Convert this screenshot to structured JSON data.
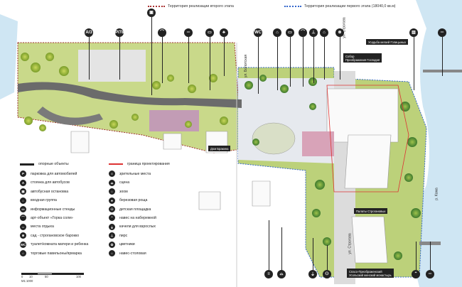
{
  "phases": {
    "second": "Территория реализации второго этапа",
    "first": "Территория реализации первого этапа (18040,0 кв.м)"
  },
  "streets": {
    "bolotskaya": "ул. Болотская",
    "stroganova": "ул. Строгова",
    "kama": "р. Кама"
  },
  "labels": {
    "usadba": "Усадьба князей Голицыных",
    "sobor": "Собор\nПреображения Господня",
    "dom_brakina": "Дом Бракина",
    "palaty": "Палаты Строгановых",
    "monastery": "Спасо-Преображенский\nУсольский женский монастырь"
  },
  "legend_left": [
    {
      "icon": "line-icon",
      "glyph": "",
      "text": "опорные объекты"
    },
    {
      "icon": "parking-icon",
      "glyph": "P",
      "text": "парковка для автомобилей"
    },
    {
      "icon": "bus-parking-icon",
      "glyph": "A",
      "text": "стоянка для автобусов"
    },
    {
      "icon": "bus-stop-icon",
      "glyph": "▣",
      "text": "автобусная остановка"
    },
    {
      "icon": "entrance-icon",
      "glyph": "⌂",
      "text": "входная группа"
    },
    {
      "icon": "info-stand-icon",
      "glyph": "▭",
      "text": "информационные стенды"
    },
    {
      "icon": "art-object-icon",
      "glyph": "⌒",
      "text": "арт-объект «Горка соли»"
    },
    {
      "icon": "rest-area-icon",
      "glyph": "═",
      "text": "места отдыха"
    },
    {
      "icon": "baroque-garden-icon",
      "glyph": "⊗",
      "text": "сад - строгановское барокко"
    },
    {
      "icon": "wc-icon",
      "glyph": "WC",
      "text": "туалет/комната матери и ребенка"
    },
    {
      "icon": "pavilion-icon",
      "glyph": "⌂",
      "text": "торговые павильоны/ярмарка"
    }
  ],
  "legend_right": [
    {
      "icon": "boundary-line-icon",
      "glyph": "",
      "text": "граница проектирования"
    },
    {
      "icon": "seating-icon",
      "glyph": "≡",
      "text": "зрительные места"
    },
    {
      "icon": "stage-icon",
      "glyph": "⌓",
      "text": "сцена"
    },
    {
      "icon": "gazebo-icon",
      "glyph": "⌂",
      "text": "зоом"
    },
    {
      "icon": "birch-grove-icon",
      "glyph": "♣",
      "text": "березовая роща"
    },
    {
      "icon": "playground-icon",
      "glyph": "⚇",
      "text": "детская площадка"
    },
    {
      "icon": "canopy-icon",
      "glyph": "⌃",
      "text": "навес на набережной"
    },
    {
      "icon": "swing-icon",
      "glyph": "⍊",
      "text": "качели для взрослых"
    },
    {
      "icon": "pier-icon",
      "glyph": "⊥",
      "text": "пирс"
    },
    {
      "icon": "flowers-icon",
      "glyph": "✿",
      "text": "цветники"
    },
    {
      "icon": "canteen-icon",
      "glyph": "⌂",
      "text": "навес-столовая"
    }
  ],
  "top_pins": [
    {
      "name": "bus-parking-pin",
      "glyph": "A/3"
    },
    {
      "name": "parking-pin",
      "glyph": "P/78"
    },
    {
      "name": "bus-stop-pin",
      "glyph": "▣"
    },
    {
      "name": "art-object-pin",
      "glyph": "⌒"
    },
    {
      "name": "rest-area-pin",
      "glyph": "═"
    },
    {
      "name": "info-stand-pin",
      "glyph": "▭"
    },
    {
      "name": "tree-pin",
      "glyph": "♣"
    },
    {
      "name": "wc-pin",
      "glyph": "WC"
    },
    {
      "name": "gazebo-pin",
      "glyph": "⌂"
    },
    {
      "name": "stand-pin",
      "glyph": "▭"
    },
    {
      "name": "arch-pin",
      "glyph": "⌒"
    },
    {
      "name": "pier-pin",
      "glyph": "⊥"
    },
    {
      "name": "entrance-pin",
      "glyph": "⌂"
    },
    {
      "name": "garden-pin",
      "glyph": "⊗"
    },
    {
      "name": "monument-pin",
      "glyph": "▥"
    },
    {
      "name": "bench-pin",
      "glyph": "═"
    }
  ],
  "bottom_pins": [
    {
      "name": "seating-pin",
      "glyph": "≡"
    },
    {
      "name": "stage-pin",
      "glyph": "⌓"
    },
    {
      "name": "swing-pin",
      "glyph": "⍊"
    },
    {
      "name": "playground-pin",
      "glyph": "⚇"
    },
    {
      "name": "canopy-pin",
      "glyph": "⌃"
    },
    {
      "name": "bench-pin-bottom",
      "glyph": "═"
    }
  ],
  "scale": {
    "ticks": [
      "0",
      "10",
      "50",
      "100"
    ],
    "ratio": "M1:1000"
  }
}
